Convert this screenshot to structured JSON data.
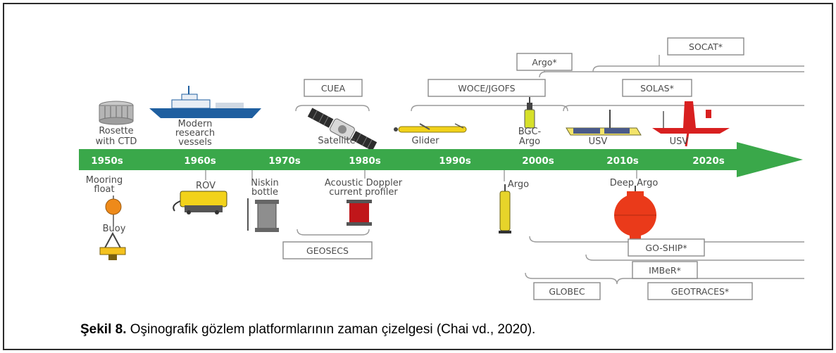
{
  "timeline": {
    "decades": [
      "1950s",
      "1960s",
      "1970s",
      "1980s",
      "1990s",
      "2000s",
      "2010s",
      "2020s"
    ],
    "colors": {
      "arrow": "#3aa84a",
      "decade_text": "#ffffff",
      "label_text": "#4a4a4a",
      "bracket": "#9a9a9a"
    }
  },
  "platforms_above": {
    "rosette": "Rosette\nwith CTD",
    "research_vessels": "Modern\nresearch\nvessels",
    "satellite": "Satellite",
    "glider": "Glider",
    "bgc_argo": "BGC-\nArgo",
    "usv_1": "USV",
    "usv_2": "USV"
  },
  "platforms_below": {
    "mooring_float": "Mooring\nfloat",
    "buoy": "Buoy",
    "rov": "ROV",
    "niskin_bottle": "Niskin\nbottle",
    "adcp": "Acoustic Doppler\ncurrent profiler",
    "argo": "Argo",
    "deep_argo": "Deep Argo"
  },
  "programs": {
    "cuea": "CUEA",
    "woce_jgofs": "WOCE/JGOFS",
    "argo": "Argo*",
    "socat": "SOCAT*",
    "solas": "SOLAS*",
    "geosecs": "GEOSECS",
    "go_ship": "GO-SHIP*",
    "imber": "IMBeR*",
    "globec": "GLOBEC",
    "geotraces": "GEOTRACES*"
  },
  "caption": {
    "label": "Şekil 8.",
    "text": " Oşinografik gözlem platformlarının zaman çizelgesi (Chai vd., 2020)."
  }
}
